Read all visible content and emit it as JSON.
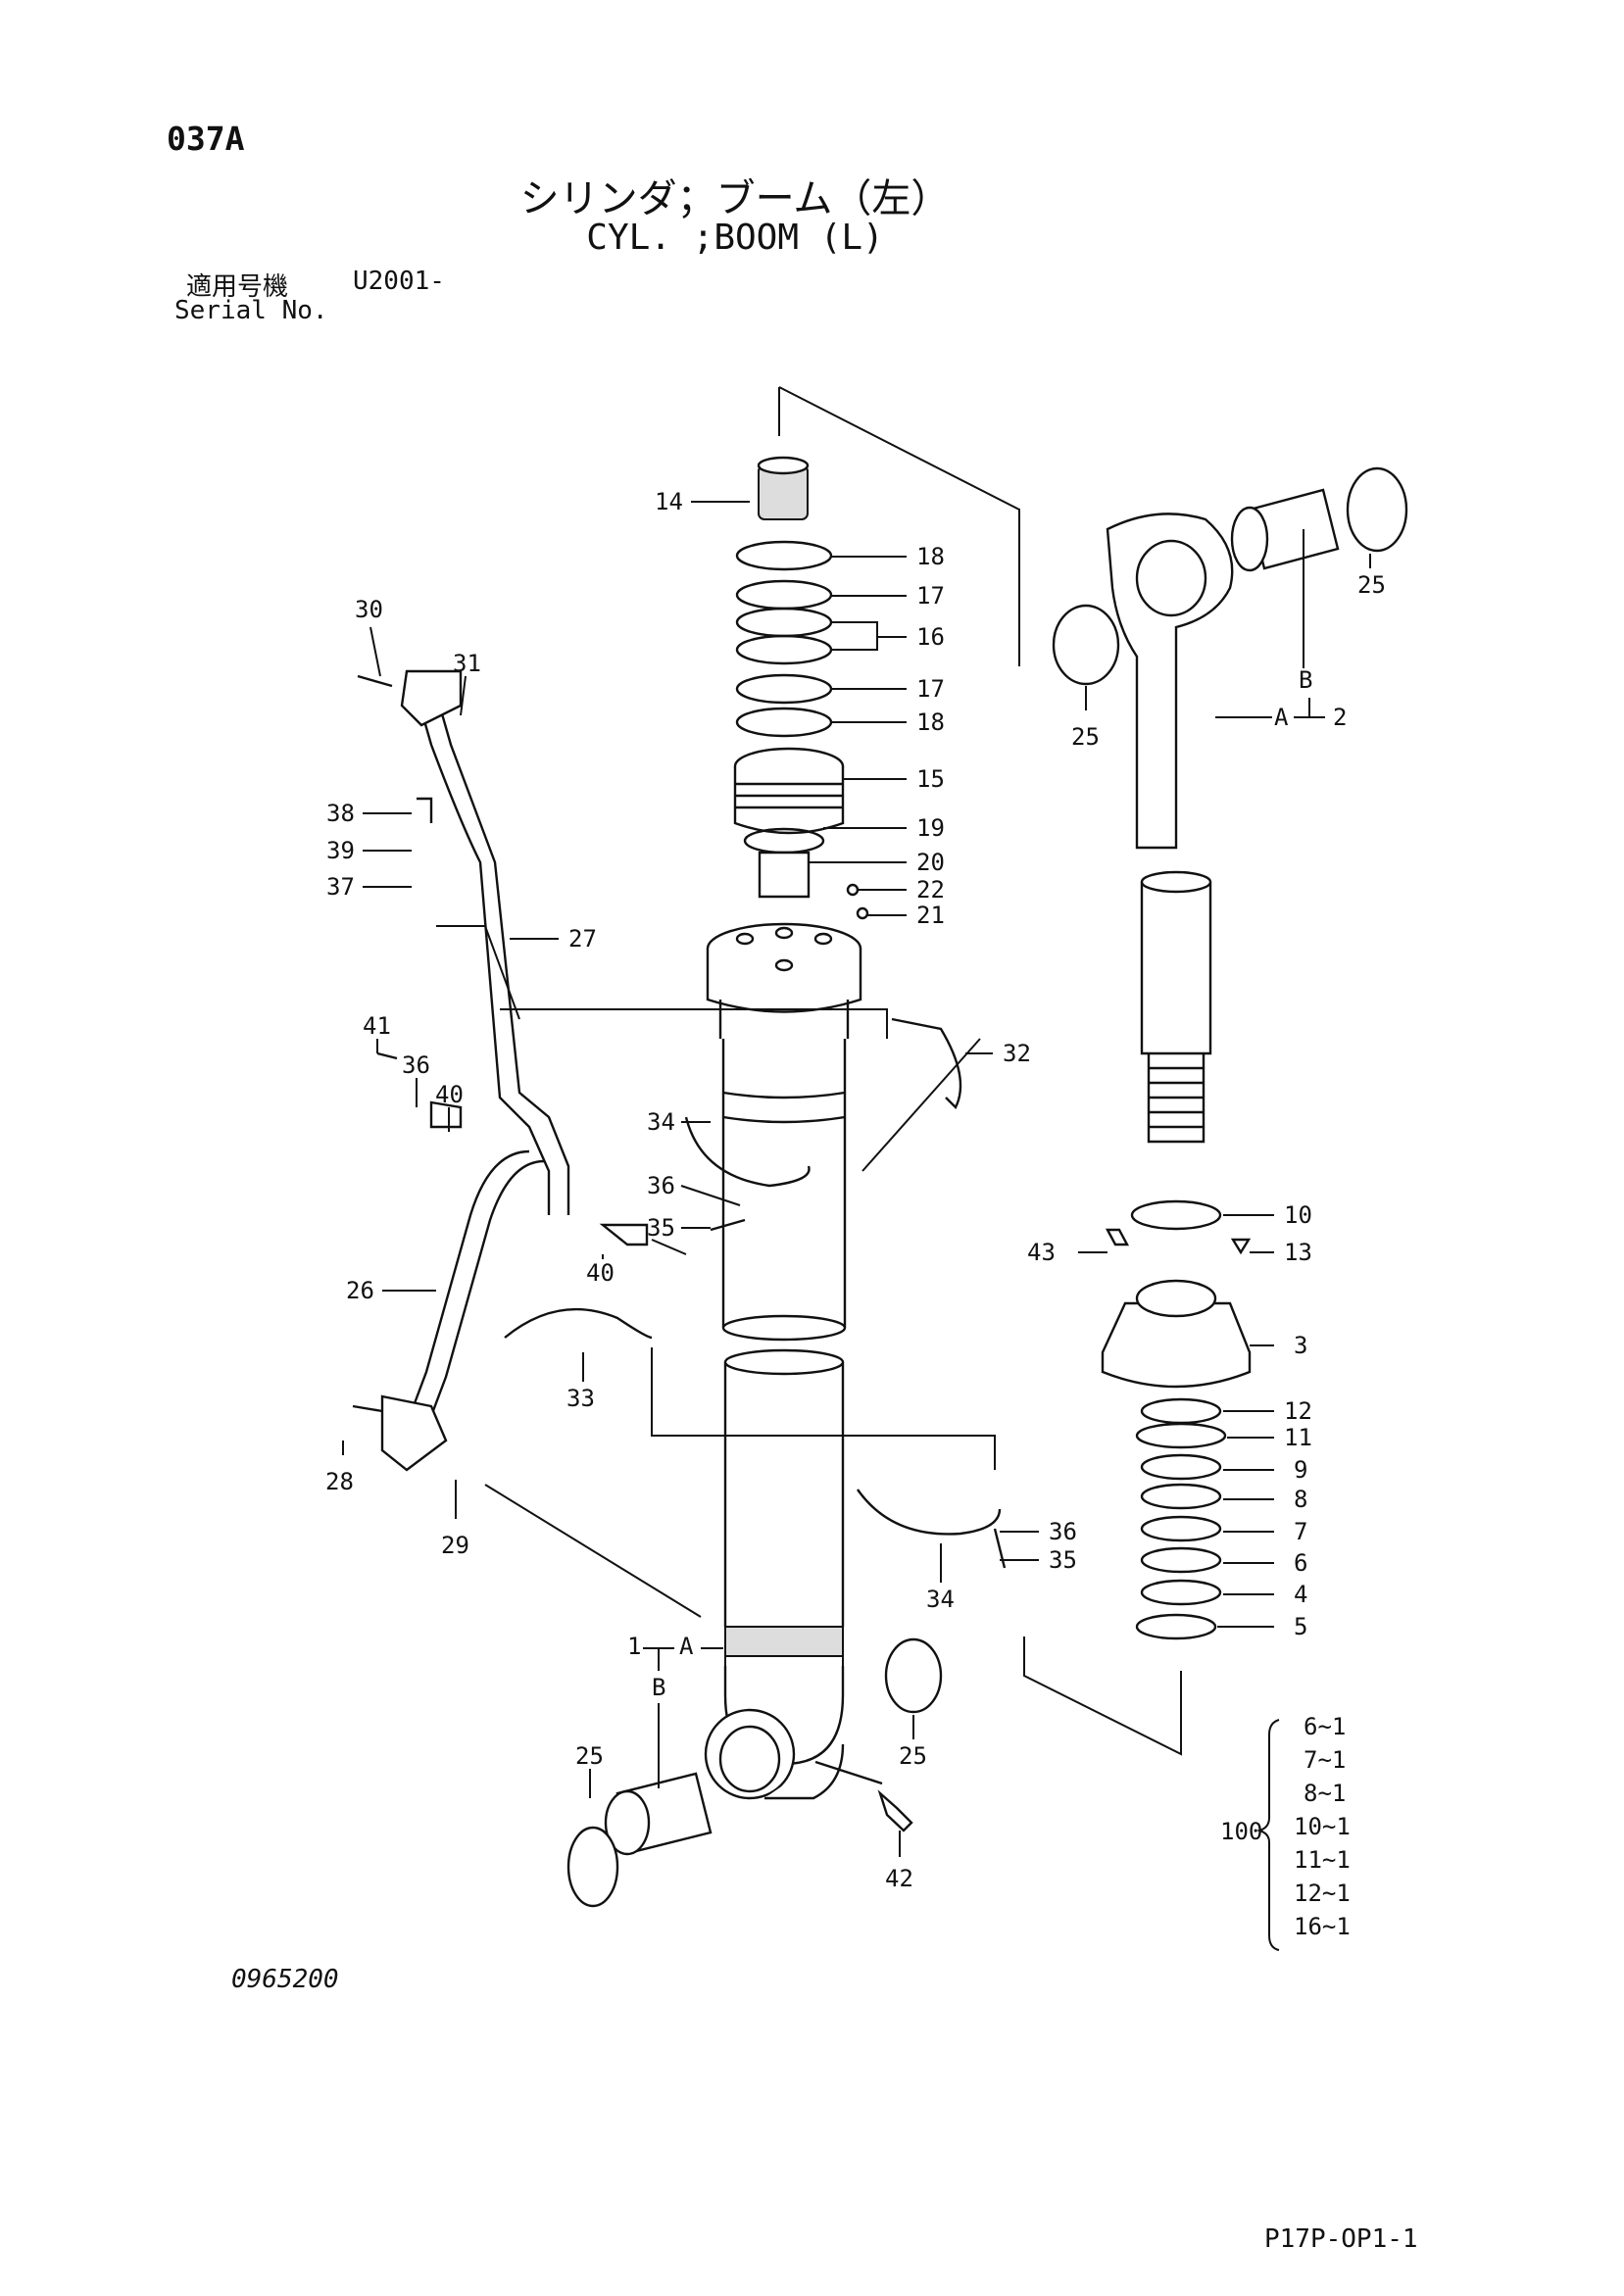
{
  "header": {
    "page_code": "037A",
    "title_jp": "シリンダ；ブーム（左）",
    "title_en": "CYL. ;BOOM (L)",
    "serial_jp": "適用号機",
    "serial_no": "U2001-",
    "serial_en": "Serial No."
  },
  "callouts": [
    "14",
    "18",
    "17",
    "16",
    "17",
    "18",
    "15",
    "19",
    "20",
    "22",
    "21",
    "32",
    "34",
    "36",
    "35",
    "40",
    "33",
    "34",
    "36",
    "35",
    "30",
    "31",
    "38",
    "39",
    "37",
    "27",
    "41",
    "36",
    "40",
    "26",
    "28",
    "29",
    "25",
    "25",
    "25",
    "25",
    "42",
    "10",
    "13",
    "43",
    "3",
    "12",
    "11",
    "9",
    "8",
    "7",
    "6",
    "4",
    "5"
  ],
  "axis_labels": {
    "rod": {
      "A": "A",
      "B": "B",
      "num": "2"
    },
    "tube": {
      "A": "A",
      "B": "B",
      "num": "1"
    }
  },
  "kit": {
    "number": "100",
    "items": [
      "6~1",
      "7~1",
      "8~1",
      "10~1",
      "11~1",
      "12~1",
      "16~1"
    ]
  },
  "footer": {
    "drawing_no": "0965200",
    "page_ref": "P17P-OP1-1"
  }
}
